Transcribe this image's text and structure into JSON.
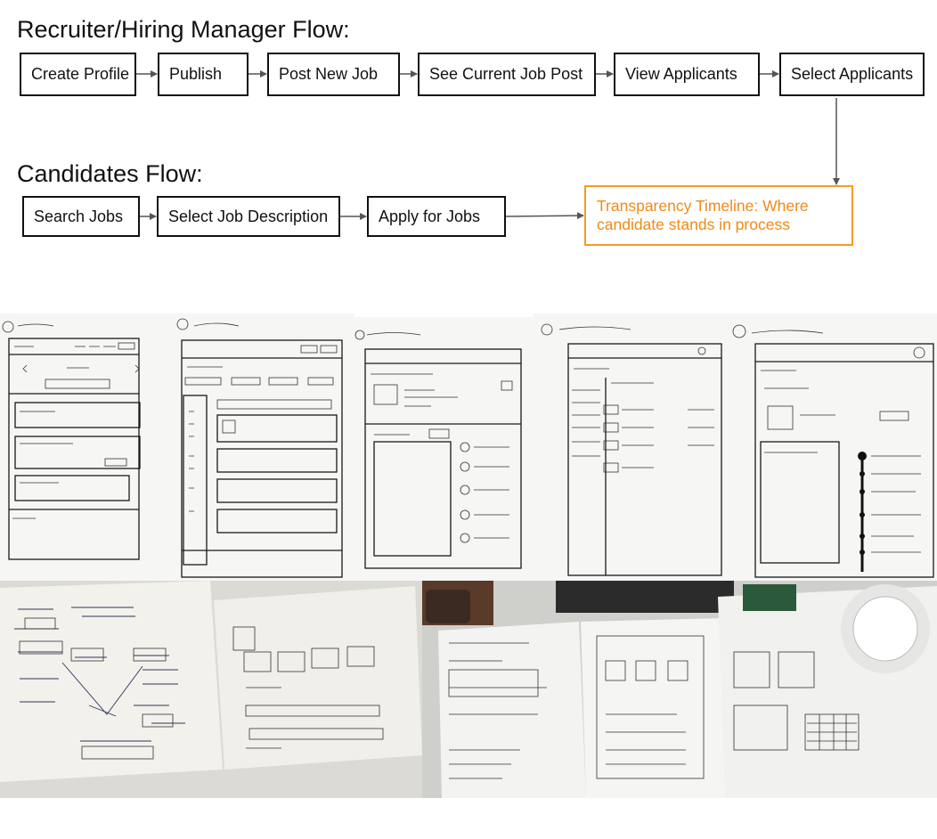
{
  "recruiter_flow": {
    "title": "Recruiter/Hiring Manager Flow:",
    "steps": [
      "Create Profile",
      "Publish",
      "Post New Job",
      "See Current Job Post",
      "View Applicants",
      "Select Applicants"
    ]
  },
  "candidate_flow": {
    "title": "Candidates Flow:",
    "steps": [
      "Search Jobs",
      "Select Job Description",
      "Apply for Jobs"
    ]
  },
  "timeline_box": {
    "text": "Transparency Timeline: Where candidate stands in process",
    "color": "#f39a2a"
  },
  "colors": {
    "box_border": "#111111",
    "arrow": "#555555",
    "highlight": "#f39a2a"
  }
}
